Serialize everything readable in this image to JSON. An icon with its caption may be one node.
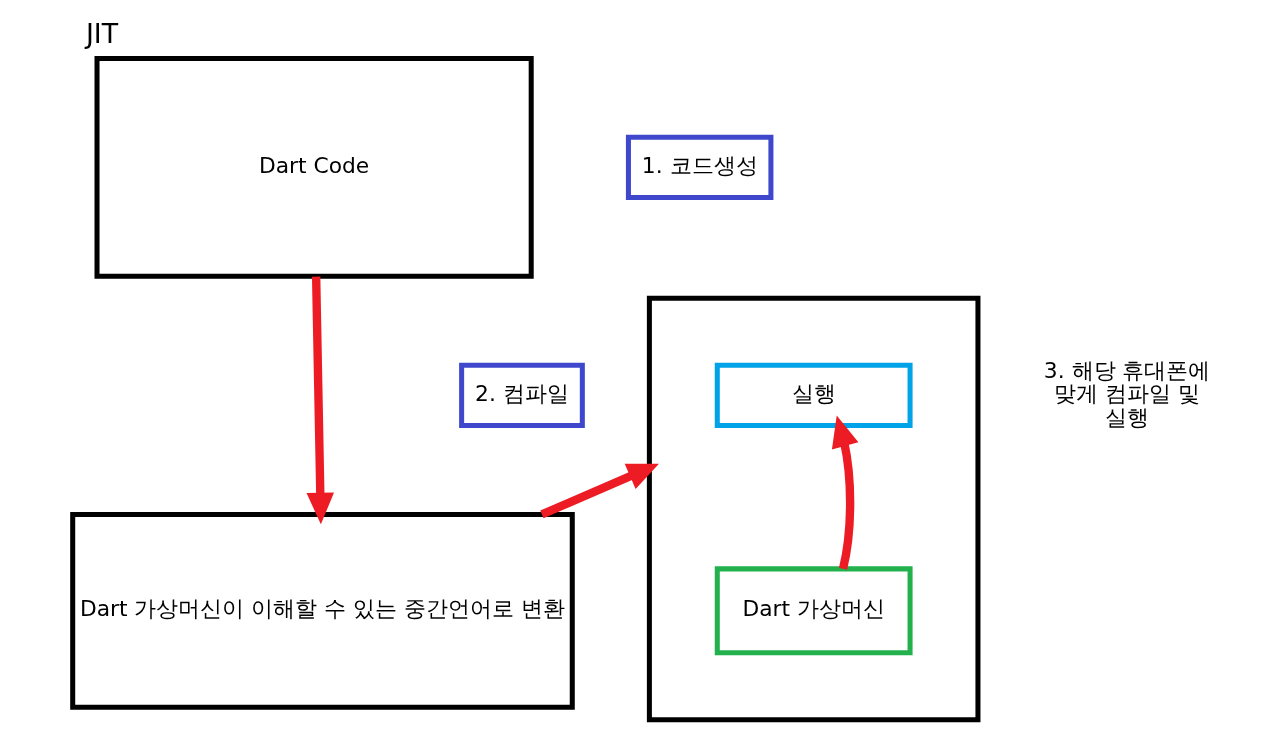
{
  "diagram": {
    "title": "JIT",
    "nodes": [
      {
        "text": [
          "Dart Code"
        ]
      },
      {
        "text": [
          "1. 코드생성"
        ]
      },
      {
        "text": [
          "Dart 가상머신이 이해할 수 있는 중간언어로 변환"
        ]
      },
      {
        "text": [
          "2. 컴파일"
        ]
      },
      {
        "text": [],
        "shape": "box",
        "beside": [
          "3. 해당 휴대폰에 맞게 컴파일 및 실행"
        ]
      },
      {
        "text": [
          "실행"
        ],
        "in": 4
      },
      {
        "text": [
          "Dart 가상머신"
        ],
        "in": 4
      }
    ],
    "edges": [
      {
        "from": 0,
        "to": 2,
        "arrow": "to"
      },
      {
        "from": 2,
        "to": 4,
        "arrow": "to"
      },
      {
        "from": 6,
        "to": 5,
        "arrow": "to"
      }
    ]
  }
}
